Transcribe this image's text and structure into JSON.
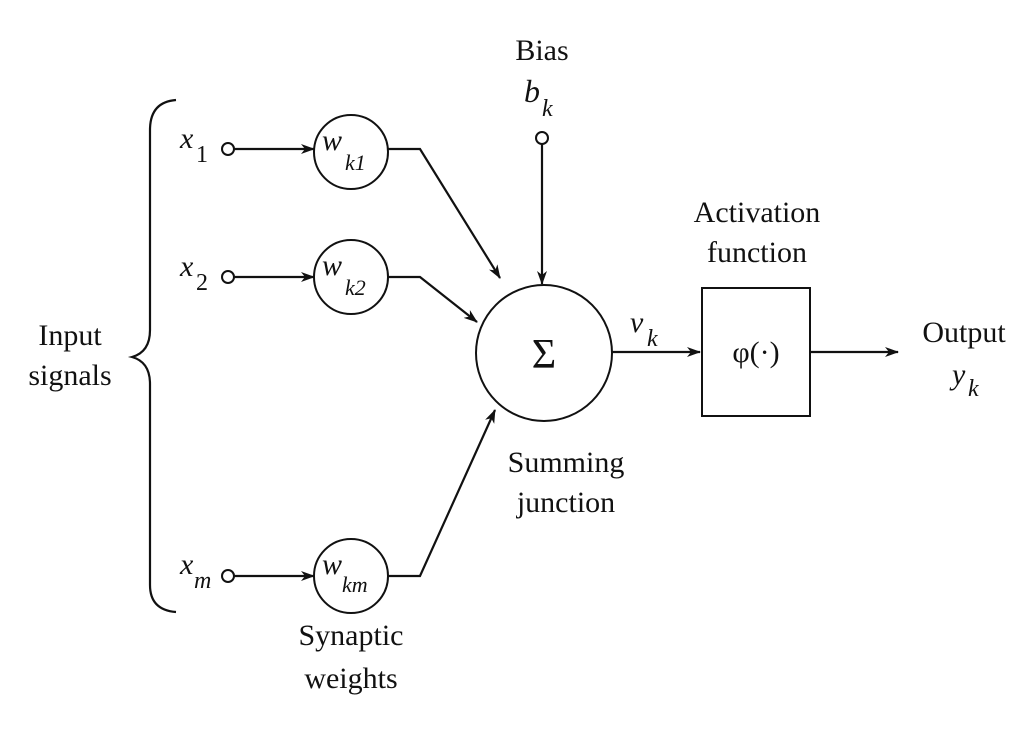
{
  "diagram": {
    "title": "Nonlinear model of a neuron",
    "input_group_label": [
      "Input",
      "signals"
    ],
    "inputs": [
      {
        "name": "x",
        "sub": "1",
        "weight": "w",
        "weight_sub": "k1"
      },
      {
        "name": "x",
        "sub": "2",
        "weight": "w",
        "weight_sub": "k2"
      },
      {
        "name": "x",
        "sub": "m",
        "weight": "w",
        "weight_sub": "km"
      }
    ],
    "synaptic_label": [
      "Synaptic",
      "weights"
    ],
    "bias": {
      "label": "Bias",
      "symbol": "b",
      "sub": "k"
    },
    "summing": {
      "symbol": "Σ",
      "label": [
        "Summing",
        "junction"
      ]
    },
    "induced_field": {
      "symbol": "v",
      "sub": "k"
    },
    "activation": {
      "label": [
        "Activation",
        "function"
      ],
      "symbol": "φ(·)"
    },
    "output": {
      "label": "Output",
      "symbol": "y",
      "sub": "k"
    }
  }
}
